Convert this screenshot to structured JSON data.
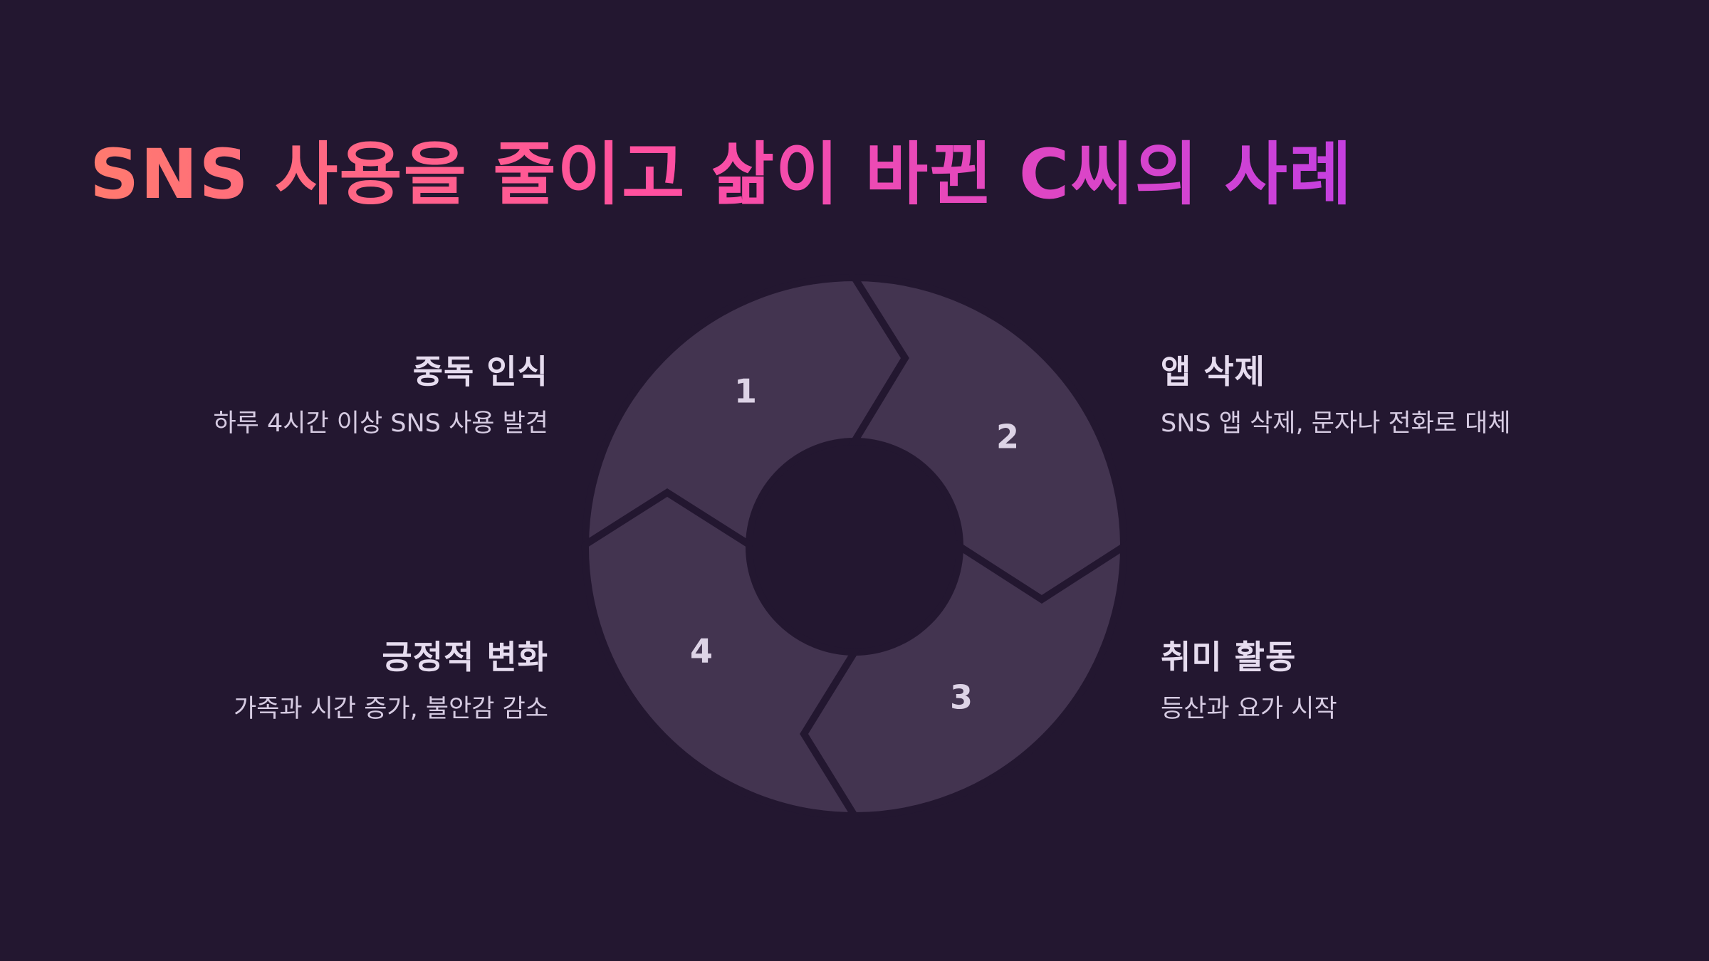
{
  "title": "SNS 사용을 줄이고 삶이 바뀐 C씨의 사례",
  "colors": {
    "background": "#231730",
    "segment": "#433450",
    "title_gradient": [
      "#ff7a6e",
      "#ff4fa0",
      "#c43fe0"
    ],
    "text_primary": "#e6dcef",
    "text_secondary": "#d6cbe2"
  },
  "cycle": {
    "segments": [
      {
        "number": "1"
      },
      {
        "number": "2"
      },
      {
        "number": "3"
      },
      {
        "number": "4"
      }
    ]
  },
  "steps": [
    {
      "label": "중독 인식",
      "description": "하루 4시간 이상 SNS 사용 발견"
    },
    {
      "label": "앱 삭제",
      "description": "SNS 앱 삭제, 문자나 전화로 대체"
    },
    {
      "label": "취미 활동",
      "description": "등산과 요가 시작"
    },
    {
      "label": "긍정적 변화",
      "description": "가족과 시간 증가, 불안감 감소"
    }
  ]
}
